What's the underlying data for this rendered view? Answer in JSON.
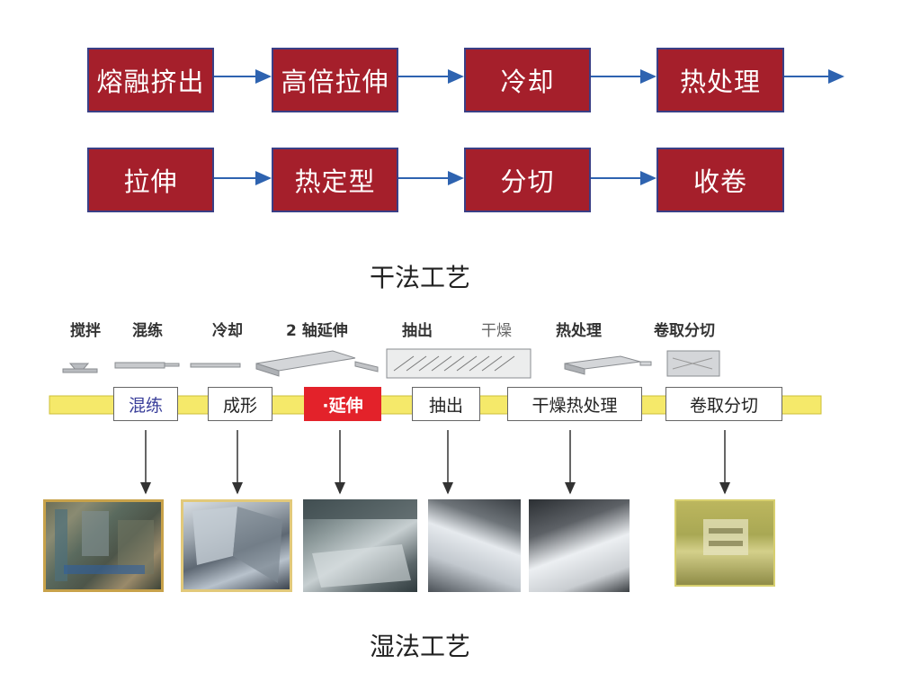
{
  "dry_process": {
    "row1": [
      "熔融挤出",
      "高倍拉伸",
      "冷却",
      "热处理"
    ],
    "row2": [
      "拉伸",
      "热定型",
      "分切",
      "收卷"
    ],
    "caption": "干法工艺"
  },
  "wet_process": {
    "top_labels": [
      "搅拌",
      "混练",
      "冷却",
      "2 轴延伸",
      "抽出",
      "干燥",
      "热处理",
      "卷取分切"
    ],
    "stages": [
      "混练",
      "成形",
      "·延伸",
      "抽出",
      "干燥热处理",
      "卷取分切"
    ],
    "caption": "湿法工艺"
  },
  "colors": {
    "box_fill": "#a51f2b",
    "box_border": "#3a3f86",
    "arrow": "#2e63b0",
    "band": "#f5e96a",
    "highlight_stage": "#e3222a"
  }
}
